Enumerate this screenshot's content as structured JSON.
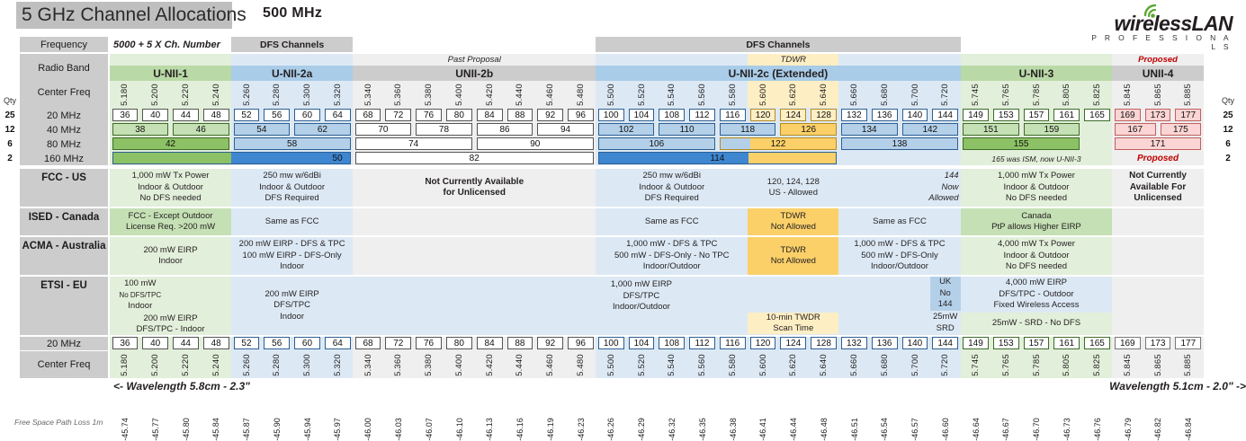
{
  "header": {
    "title": "5 GHz Channel Allocations",
    "bandwidth": "500 MHz",
    "logo_word": "wirelessLAN",
    "logo_sub": "P R O F E S S I O N A L S"
  },
  "row_labels": {
    "frequency": "Frequency",
    "radio_band": "Radio Band",
    "center_freq": "Center Freq",
    "w20": "20 MHz",
    "w40": "40 MHz",
    "w80": "80 MHz",
    "w160": "160 MHz",
    "fcc": "FCC - US",
    "ised": "ISED - Canada",
    "acma": "ACMA - Australia",
    "etsi": "ETSI - EU",
    "w20b": "20 MHz",
    "center_freq_b": "Center Freq",
    "fspl": "Free Space Path Loss 1m"
  },
  "qty": {
    "header": "Qty",
    "w20": "25",
    "w40": "12",
    "w80": "6",
    "w160": "2"
  },
  "group_bars": {
    "formula": "5000 + 5 X Ch. Number",
    "dfs_left": "DFS Channels",
    "dfs_right": "DFS Channels"
  },
  "bands": [
    {
      "name": "U-NII-1",
      "top": "",
      "color": "#b9d9a6"
    },
    {
      "name": "U-NII-2a",
      "top": "",
      "color": "#a9cce8"
    },
    {
      "name": "UNII-2b",
      "top": "Past Proposal",
      "color": "#cccccc"
    },
    {
      "name": "U-NII-2c (Extended)",
      "top": "TDWR",
      "color": "#a9cce8"
    },
    {
      "name": "U-NII-3",
      "top": "",
      "color": "#b9d9a6"
    },
    {
      "name": "UNII-4",
      "top": "Proposed",
      "color": "#cccccc"
    }
  ],
  "center_freqs": [
    "5.180",
    "5.200",
    "5.220",
    "5.240",
    "5.260",
    "5.280",
    "5.300",
    "5.320",
    "5.340",
    "5.360",
    "5.380",
    "5.400",
    "5.420",
    "5.440",
    "5.460",
    "5.480",
    "5.500",
    "5.520",
    "5.540",
    "5.560",
    "5.580",
    "5.600",
    "5.620",
    "5.640",
    "5.660",
    "5.680",
    "5.700",
    "5.720",
    "5.745",
    "5.765",
    "5.785",
    "5.805",
    "5.825",
    "5.845",
    "5.865",
    "5.885"
  ],
  "channels_20": [
    "36",
    "40",
    "44",
    "48",
    "52",
    "56",
    "60",
    "64",
    "68",
    "72",
    "76",
    "80",
    "84",
    "88",
    "92",
    "96",
    "100",
    "104",
    "108",
    "112",
    "116",
    "120",
    "124",
    "128",
    "132",
    "136",
    "140",
    "144",
    "149",
    "153",
    "157",
    "161",
    "165",
    "169",
    "173",
    "177"
  ],
  "channels_40": [
    "38",
    "46",
    "54",
    "62",
    "70",
    "78",
    "86",
    "94",
    "102",
    "110",
    "118",
    "126",
    "134",
    "142",
    "151",
    "159",
    "167",
    "175"
  ],
  "channels_80": [
    "42",
    "58",
    "74",
    "90",
    "106",
    "122",
    "138",
    "155",
    "171"
  ],
  "channels_160": [
    "50",
    "82",
    "114"
  ],
  "regulatory": {
    "fcc": {
      "unii1": [
        "1,000 mW Tx Power",
        "Indoor & Outdoor",
        "No DFS needed"
      ],
      "unii2a": [
        "250 mw w/6dBi",
        "Indoor & Outdoor",
        "DFS Required"
      ],
      "unii2b": [
        "Not Currently Available",
        "for Unlicensed"
      ],
      "unii2c_left": [
        "250 mw w/6dBi",
        "Indoor & Outdoor",
        "DFS Required"
      ],
      "unii2c_tdwr": [
        "120, 124, 128",
        "US - Allowed"
      ],
      "unii2c_144": [
        "144",
        "Now",
        "Allowed"
      ],
      "unii3": [
        "1,000 mW Tx Power",
        "Indoor & Outdoor",
        "No DFS needed"
      ],
      "unii4": [
        "Not Currently",
        "Available For",
        "Unlicensed"
      ]
    },
    "ised": {
      "unii1": [
        "FCC  - Except Outdoor",
        "License Req. >200 mW"
      ],
      "unii2a": [
        "Same as FCC"
      ],
      "unii2c_left": [
        "Same as FCC"
      ],
      "unii2c_tdwr": [
        "TDWR",
        "Not Allowed"
      ],
      "unii2c_right": [
        "Same as FCC"
      ],
      "unii3": [
        "Canada",
        "PtP allows Higher EIRP"
      ]
    },
    "acma": {
      "unii1": [
        "200 mW EIRP",
        "Indoor"
      ],
      "unii2a": [
        "200 mW EIRP - DFS & TPC",
        "100 mW EIRP - DFS-Only",
        "Indoor"
      ],
      "unii2c_left": [
        "1,000 mW - DFS & TPC",
        "500 mW - DFS-Only - No TPC",
        "Indoor/Outdoor"
      ],
      "unii2c_tdwr": [
        "TDWR",
        "Not Allowed"
      ],
      "unii2c_right": [
        "1,000 mW - DFS & TPC",
        "500 mW - DFS-Only",
        "Indoor/Outdoor"
      ],
      "unii3": [
        "4,000 mW Tx Power",
        "Indoor & Outdoor",
        "No DFS needed"
      ]
    },
    "etsi": {
      "unii1_a": [
        "100 mW",
        "No DFS/TPC",
        "Indoor"
      ],
      "unii1_b": [
        "200 mW EIRP",
        "DFS/TPC - Indoor"
      ],
      "unii2a": [
        "200 mW EIRP",
        "DFS/TPC",
        "Indoor"
      ],
      "unii2bc": [
        "1,000 mW EIRP",
        "DFS/TPC",
        "Indoor/Outdoor"
      ],
      "twdr": [
        "10-min TWDR",
        "Scan Time"
      ],
      "uk": [
        "UK",
        "No",
        "144"
      ],
      "srd": [
        "25mW",
        "SRD"
      ],
      "unii3_a": [
        "4,000 mW  EIRP",
        "DFS/TPC  -  Outdoor",
        "Fixed Wireless Access"
      ],
      "unii3_b": [
        "25mW - SRD - No DFS"
      ]
    }
  },
  "notes": {
    "ism": "165 was ISM, now U-NII-3",
    "proposed": "Proposed",
    "wavelength_left": "<- Wavelength 5.8cm - 2.3\"",
    "wavelength_right": "Wavelength 5.1cm - 2.0\" ->"
  },
  "path_loss": [
    "-45.74",
    "-45.77",
    "-45.80",
    "-45.84",
    "-45.87",
    "-45.90",
    "-45.94",
    "-45.97",
    "-46.00",
    "-46.03",
    "-46.07",
    "-46.10",
    "-46.13",
    "-46.16",
    "-46.19",
    "-46.23",
    "-46.26",
    "-46.29",
    "-46.32",
    "-46.35",
    "-46.38",
    "-46.41",
    "-46.44",
    "-46.48",
    "-46.51",
    "-46.54",
    "-46.57",
    "-46.60",
    "-46.64",
    "-46.67",
    "-46.70",
    "-46.73",
    "-46.76",
    "-46.79",
    "-46.82",
    "-46.84"
  ],
  "colors": {
    "green_light": "#e2efda",
    "green_mid": "#c5e0b4",
    "green_dark": "#8cc265",
    "blue_light": "#dce9f5",
    "blue_mid": "#b4d0e9",
    "blue_dark": "#3e86d0",
    "yellow": "#fbd069",
    "yellow_light": "#fdeec4",
    "gray_light": "#efefef",
    "gray_mid": "#cccccc",
    "pink": "#fbd4d4",
    "red": "#c00000"
  }
}
